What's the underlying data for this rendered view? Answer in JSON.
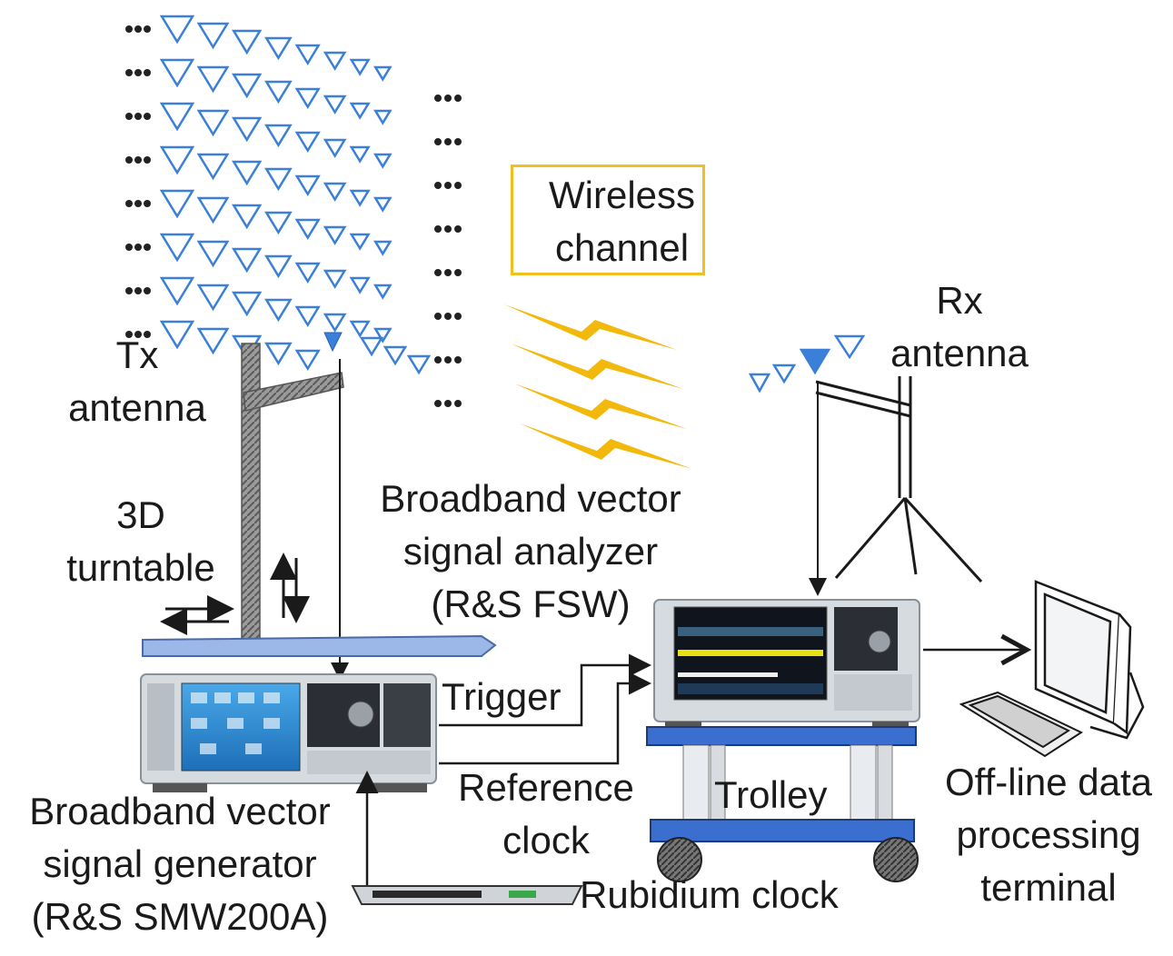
{
  "labels": {
    "tx_antenna": [
      "Tx",
      "antenna"
    ],
    "rx_antenna": [
      "Rx",
      "antenna"
    ],
    "wireless_channel": [
      "Wireless",
      "channel"
    ],
    "turntable": [
      "3D",
      "turntable"
    ],
    "vsa": [
      "Broadband vector",
      "signal analyzer",
      "(R&S FSW)"
    ],
    "vsg": [
      "Broadband vector",
      "signal generator",
      "(R&S SMW200A)"
    ],
    "trigger": "Trigger",
    "reference_clock": [
      "Reference",
      "clock"
    ],
    "trolley": "Trolley",
    "rubidium_clock": "Rubidium clock",
    "terminal": [
      "Off-line data",
      "processing",
      "terminal"
    ]
  },
  "colors": {
    "antenna_triangle": "#3a7fd8",
    "rf_bolt": "#f2b90c",
    "wireless_box_border": "#f0c020",
    "trolley_shelf": "#3a6fd0",
    "mast": "#8a8a8a",
    "text": "#1a1a1a"
  },
  "icons": {
    "tx_array": "antenna-array-icon",
    "rx_array": "antenna-array-icon",
    "signal": "lightning-bolt-icon",
    "vsg": "signal-generator-icon",
    "vsa": "signal-analyzer-icon",
    "clock": "rubidium-clock-icon",
    "pc": "computer-monitor-icon",
    "keyboard": "keyboard-icon"
  }
}
